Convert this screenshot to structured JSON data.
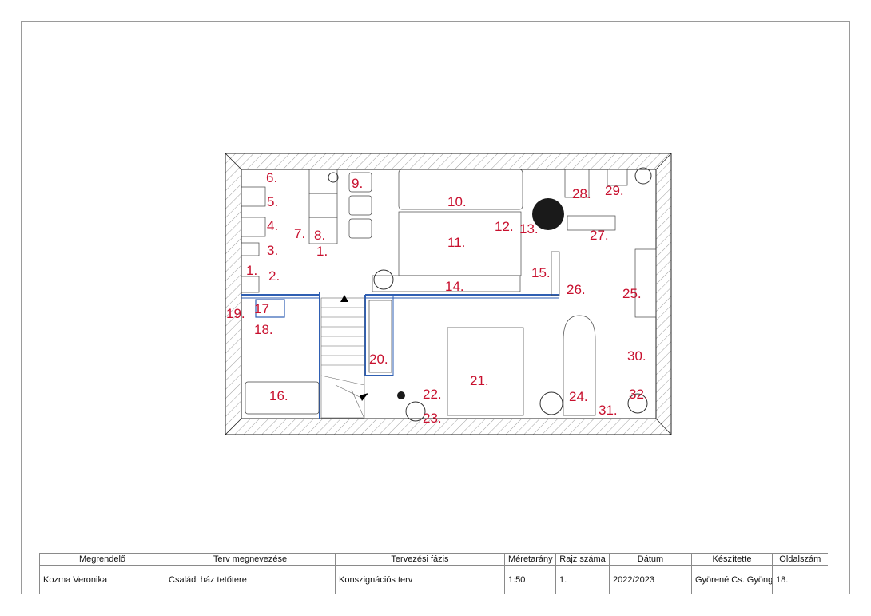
{
  "room_numbers": [
    "1.",
    "1.",
    "2.",
    "3.",
    "4.",
    "5.",
    "6.",
    "7.",
    "8.",
    "9.",
    "10.",
    "11.",
    "12.",
    "13.",
    "14.",
    "15.",
    "16.",
    "17",
    "18.",
    "19.",
    "20.",
    "21.",
    "22.",
    "23.",
    "24.",
    "25.",
    "26.",
    "27.",
    "28.",
    "29.",
    "30.",
    "31.",
    "32."
  ],
  "title_block": {
    "headers": [
      "Megrendelő",
      "Terv megnevezése",
      "Tervezési fázis",
      "Méretarány",
      "Rajz száma",
      "Dátum",
      "Készítette",
      "Oldalszám"
    ],
    "values": [
      "Kozma Veronika",
      "Családi ház tetőtere",
      "Konszignációs terv",
      "1:50",
      "1.",
      "2022/2023",
      "Györené Cs. Gyöngyi",
      "18."
    ]
  },
  "colors": {
    "label_red": "#c8102e",
    "wall_blue": "#2f5fb3",
    "line": "#222222"
  }
}
